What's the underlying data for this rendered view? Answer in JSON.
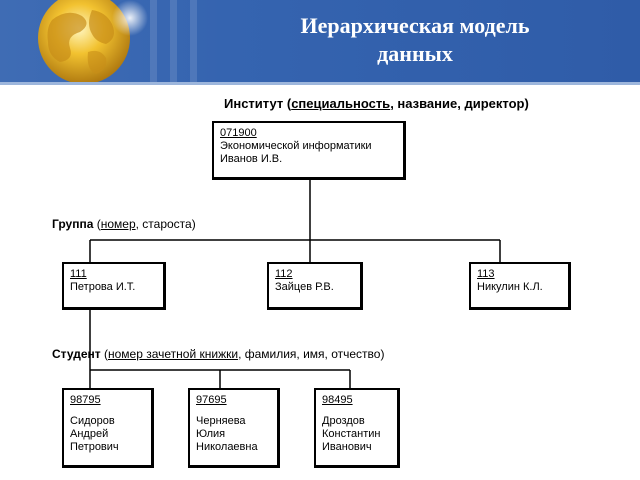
{
  "slide": {
    "title_line1": "Иерархическая модель",
    "title_line2": "данных"
  },
  "colors": {
    "header": "#3564b0",
    "text": "#ffffff"
  },
  "levels": {
    "institute": {
      "name": "Институт",
      "open": " (",
      "attr1": "специальность",
      "rest": ", название, директор)"
    },
    "group": {
      "name": "Группа",
      "open": " (",
      "attr1": "номер",
      "rest": ", староста)"
    },
    "student": {
      "name": "Студент",
      "open": " (",
      "attr1": "номер зачетной книжки",
      "rest": ", фамилия, имя, отчество)"
    }
  },
  "institute_box": {
    "key": "071900",
    "line1": "Экономической информатики",
    "line2": "Иванов И.В."
  },
  "groups": [
    {
      "key": "111",
      "line1": "Петрова И.Т."
    },
    {
      "key": "112",
      "line1": "Зайцев Р.В."
    },
    {
      "key": "113",
      "line1": "Никулин К.Л."
    }
  ],
  "students": [
    {
      "key": "98795",
      "line1": "Сидоров",
      "line2": "Андрей",
      "line3": "Петрович"
    },
    {
      "key": "97695",
      "line1": "Черняева",
      "line2": "Юлия",
      "line3": "Николаевна"
    },
    {
      "key": "98495",
      "line1": "Дроздов",
      "line2": "Константин",
      "line3": "Иванович"
    }
  ]
}
